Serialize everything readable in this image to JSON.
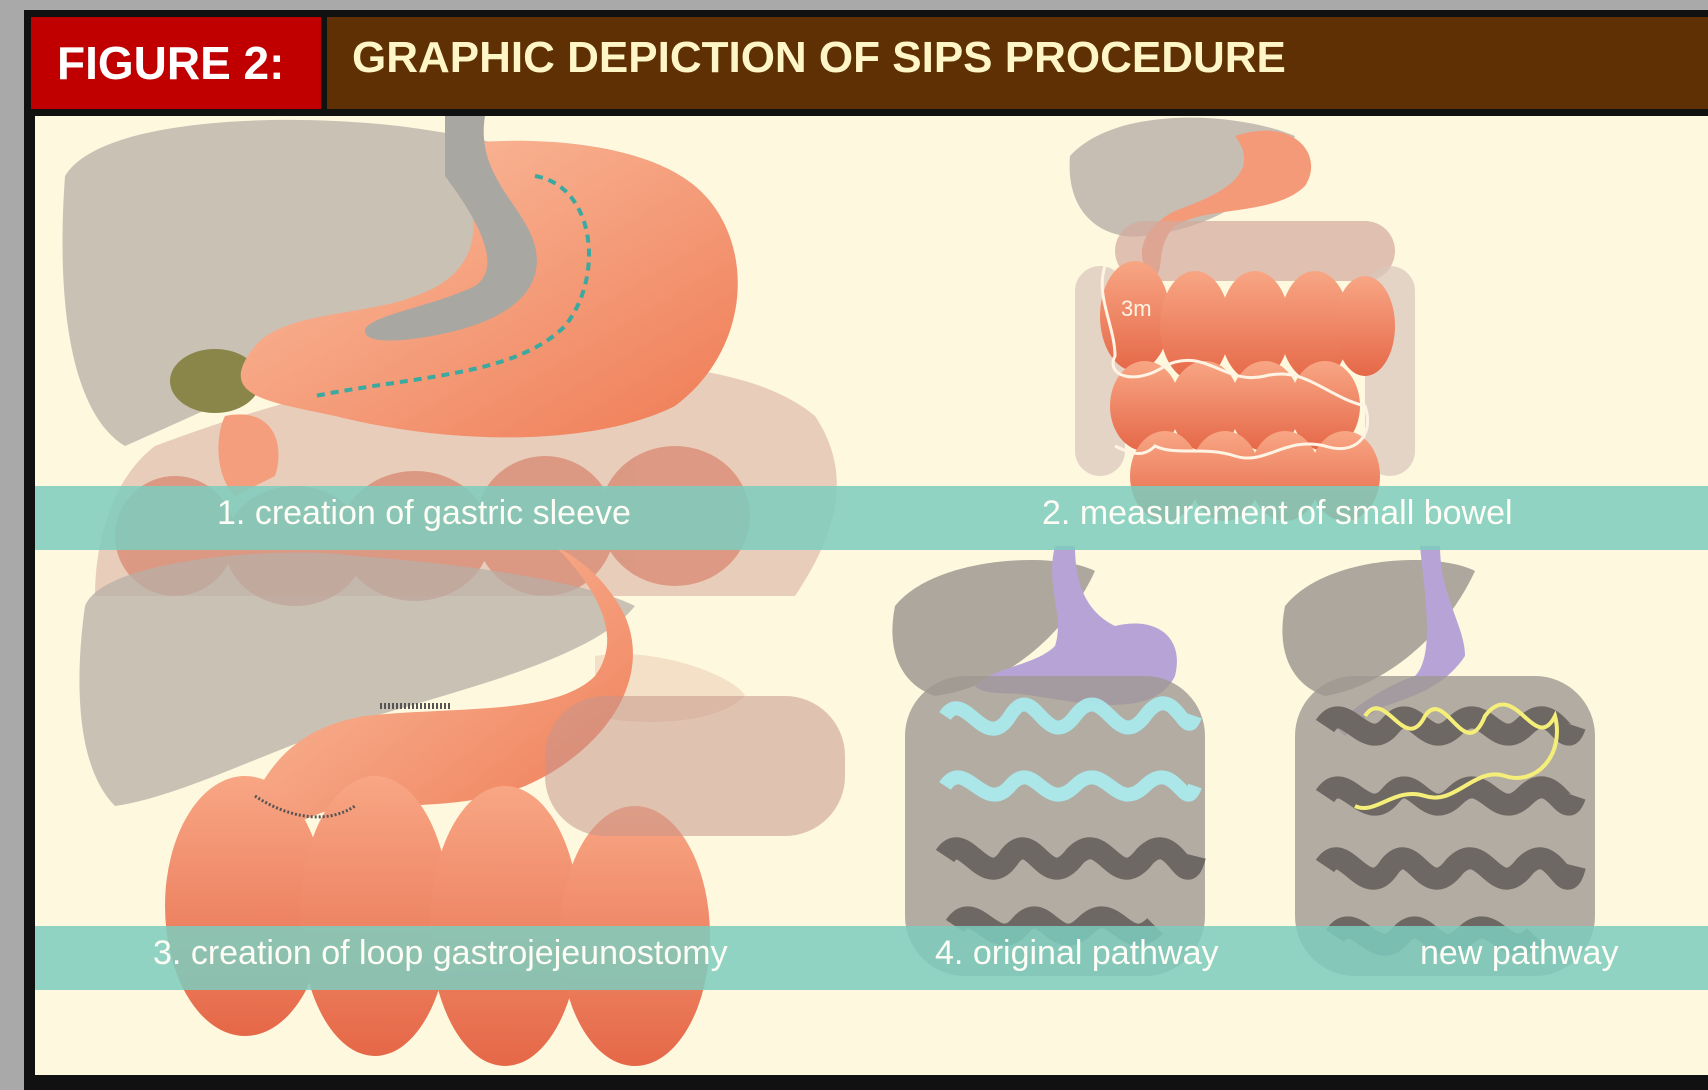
{
  "header": {
    "figure_label": "FIGURE 2:",
    "title": "GRAPHIC DEPICTION OF SIPS PROCEDURE"
  },
  "panels": {
    "panel1": {
      "number": "1.",
      "caption": "creation of gastric sleeve"
    },
    "panel2": {
      "number": "2.",
      "caption": "measurement of small bowel",
      "measure_label": "3m"
    },
    "panel3": {
      "number": "3.",
      "caption": "creation of loop gastrojejeunostomy"
    },
    "panel4": {
      "number": "4.",
      "caption_original": "original pathway",
      "caption_new": "new pathway"
    }
  },
  "colors": {
    "header_red": "#c00000",
    "header_brown": "#5e3003",
    "background": "#fef8df",
    "caption_band": "#7ccdbe",
    "stomach": "#f79a74",
    "liver": "#b5aca4",
    "sleeve_line": "#3aa9a0",
    "original_path": "#a9f0f4",
    "new_path": "#f5ef7a",
    "stomach_pathway": "#b8a3d6"
  }
}
